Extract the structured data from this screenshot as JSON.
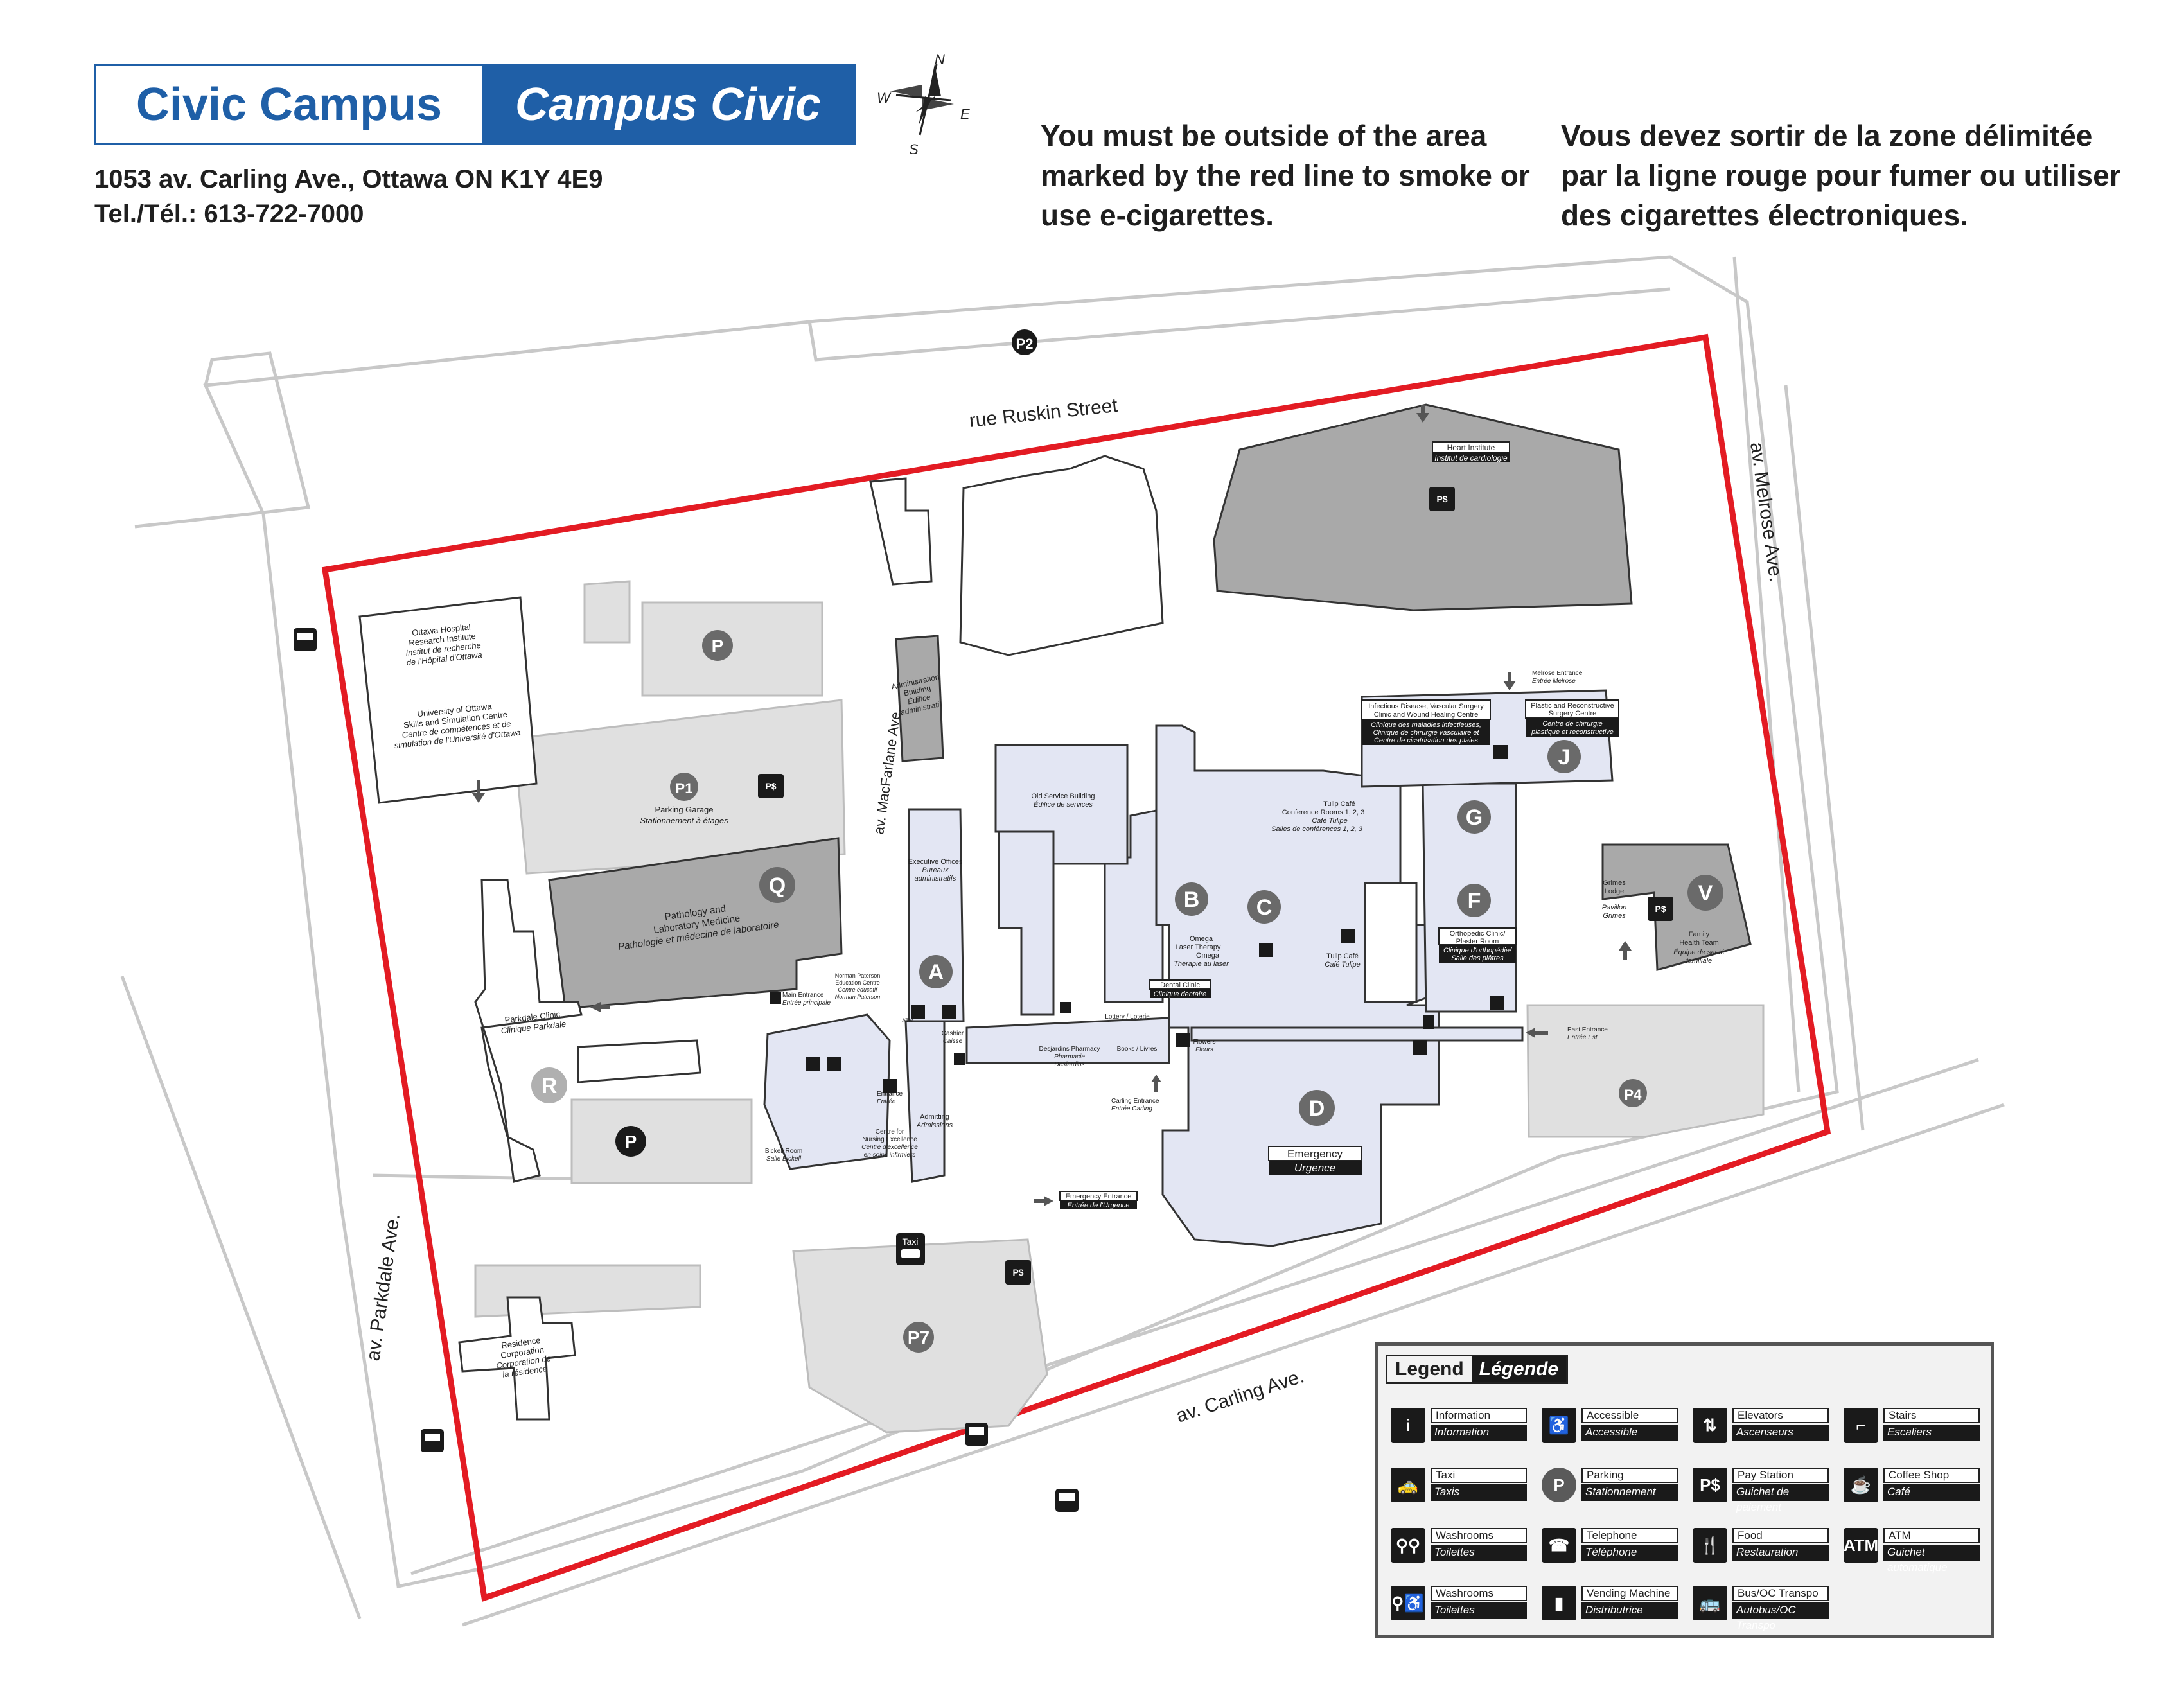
{
  "header": {
    "title_en": "Civic Campus",
    "title_fr": "Campus Civic",
    "address": "1053 av. Carling Ave., Ottawa ON K1Y 4E9",
    "phone": "Tel./Tél.: 613-722-7000"
  },
  "compass": {
    "n": "N",
    "e": "E",
    "s": "S",
    "w": "W"
  },
  "smoking": {
    "en": "You must be outside of the area marked by the red line to smoke or use e-cigarettes.",
    "fr": "Vous devez sortir de la zone délimitée par la ligne rouge pour fumer ou utiliser des cigarettes électroniques."
  },
  "streets": {
    "ruskin": "rue Ruskin Street",
    "melrose": "av. Melrose Ave.",
    "carling": "av. Carling Ave.",
    "parkdale": "av. Parkdale Ave.",
    "macfarlane": "av. MacFarlane Ave."
  },
  "buildings": {
    "research": [
      "Ottawa Hospital",
      "Research Institute",
      "Institut de recherche",
      "de l'Hôpital d'Ottawa"
    ],
    "skills": [
      "University of Ottawa",
      "Skills and Simulation Centre",
      "Centre de compétences et de",
      "simulation de l'Université d'Ottawa"
    ],
    "garage": [
      "Parking Garage",
      "Stationnement à étages"
    ],
    "pathology": [
      "Pathology and",
      "Laboratory Medicine",
      "Pathologie et médecine de laboratoire"
    ],
    "parkdale_clinic": [
      "Parkdale Clinic",
      "Clinique Parkdale"
    ],
    "residence": [
      "Residence",
      "Corporation",
      "Corporation de",
      "la résidence"
    ],
    "admin": [
      "Administration",
      "Building",
      "Édifice",
      "administratif"
    ],
    "old_service": [
      "Old Service Building",
      "Édifice de services"
    ],
    "executive": [
      "Executive Offices",
      "Bureaux",
      "administratifs"
    ],
    "heart": [
      "Heart Institute",
      "Institut de cardiologie"
    ],
    "grimes": [
      "Grimes",
      "Lodge",
      "Pavillon",
      "Grimes"
    ],
    "family": [
      "Family",
      "Health Team",
      "Équipe de santé",
      "familiale"
    ],
    "tulip_conf": [
      "Tulip Café",
      "Conference Rooms 1, 2, 3",
      "Café Tulipe",
      "Salles de conférences 1, 2, 3"
    ],
    "tulip_cafe": [
      "Tulip Café",
      "Café Tulipe"
    ],
    "omega": [
      "Omega",
      "Laser Therapy",
      "Omega",
      "Thérapie au laser"
    ],
    "dental": [
      "Dental Clinic",
      "Clinique dentaire"
    ],
    "ortho": [
      "Orthopedic Clinic/",
      "Plaster Room",
      "Clinique d'orthopédie/",
      "Salle des plâtres"
    ],
    "infectious": [
      "Infectious Disease, Vascular Surgery",
      "Clinic and Wound Healing Centre",
      "Clinique des maladies infectieuses,",
      "Clinique de chirurgie vasculaire et",
      "Centre de cicatrisation des plaies"
    ],
    "plastic": [
      "Plastic and Reconstructive",
      "Surgery Centre",
      "Centre de chirurgie",
      "plastique et reconstructive"
    ],
    "pharmacy": [
      "Desjardins Pharmacy",
      "Pharmacie",
      "Desjardins"
    ],
    "books": "Books / Livres",
    "lottery": "Lottery / Loterie",
    "flowers": [
      "Flowers",
      "Fleurs"
    ],
    "admitting": [
      "Admitting",
      "Admissions"
    ],
    "cashier": [
      "Cashier",
      "Caisse"
    ],
    "bickell": [
      "Bickell Room",
      "Salle Bickell"
    ],
    "nursing": [
      "Centre for",
      "Nursing Excellence",
      "Centre d'excellence",
      "en soins infirmiers"
    ],
    "norman": [
      "Norman Paterson",
      "Education Centre",
      "Centre éducatif",
      "Norman Paterson"
    ],
    "emergency": [
      "Emergency",
      "Urgence"
    ]
  },
  "entrances": {
    "main": [
      "Main Entrance",
      "Entrée principale"
    ],
    "carling": [
      "Carling Entrance",
      "Entrée Carling"
    ],
    "emergency": [
      "Emergency Entrance",
      "Entrée de l'Urgence"
    ],
    "east": [
      "East Entrance",
      "Entrée Est"
    ],
    "melrose": [
      "Melrose Entrance",
      "Entrée Melrose"
    ],
    "entrance": [
      "Entrance",
      "Entrée"
    ]
  },
  "letters": {
    "a": "A",
    "b": "B",
    "c": "C",
    "d": "D",
    "f": "F",
    "g": "G",
    "j": "J",
    "q": "Q",
    "r": "R",
    "v": "V"
  },
  "parking": {
    "p": "P",
    "p2": "P2",
    "p1": "P1",
    "p7": "P7",
    "p4": "P4"
  },
  "taxi_label": "Taxi",
  "atm_label": "ATM",
  "legend": {
    "title_en": "Legend",
    "title_fr": "Légende",
    "items": [
      {
        "en": "Information",
        "fr": "Information",
        "icon": "information-icon",
        "glyph": "i"
      },
      {
        "en": "Accessible",
        "fr": "Accessible",
        "icon": "accessible-icon",
        "glyph": "♿"
      },
      {
        "en": "Elevators",
        "fr": "Ascenseurs",
        "icon": "elevator-icon",
        "glyph": "⇅"
      },
      {
        "en": "Stairs",
        "fr": "Escaliers",
        "icon": "stairs-icon",
        "glyph": "⌐"
      },
      {
        "en": "Taxi",
        "fr": "Taxis",
        "icon": "taxi-icon",
        "glyph": "🚕"
      },
      {
        "en": "Parking",
        "fr": "Stationnement",
        "icon": "parking-icon",
        "glyph": "P"
      },
      {
        "en": "Pay Station",
        "fr": "Guichet de paiement",
        "icon": "pay-station-icon",
        "glyph": "P$"
      },
      {
        "en": "Coffee Shop",
        "fr": "Café",
        "icon": "coffee-icon",
        "glyph": "☕"
      },
      {
        "en": "Washrooms",
        "fr": "Toilettes",
        "icon": "washroom-icon",
        "glyph": "⚲⚲"
      },
      {
        "en": "Telephone",
        "fr": "Téléphone",
        "icon": "telephone-icon",
        "glyph": "☎"
      },
      {
        "en": "Food",
        "fr": "Restauration",
        "icon": "food-icon",
        "glyph": "🍴"
      },
      {
        "en": "ATM",
        "fr": "Guichet automatique",
        "icon": "atm-icon",
        "glyph": "ATM"
      },
      {
        "en": "Washrooms",
        "fr": "Toilettes",
        "icon": "washroom-accessible-icon",
        "glyph": "⚲♿"
      },
      {
        "en": "Vending Machine",
        "fr": "Distributrice",
        "icon": "vending-icon",
        "glyph": "▮"
      },
      {
        "en": "Bus/OC Transpo",
        "fr": "Autobus/OC Transpo",
        "icon": "bus-icon",
        "glyph": "🚌"
      }
    ]
  },
  "colors": {
    "brand_blue": "#1f5fa7",
    "smoke_line": "#e31b23",
    "building_gray": "#a9a9a9",
    "hospital_lilac": "#e3e6f3",
    "parking_gray": "#e0e0e0"
  }
}
